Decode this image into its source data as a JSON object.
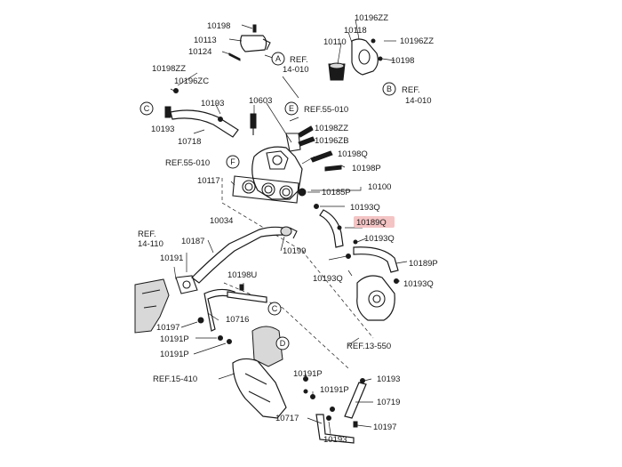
{
  "colors": {
    "line": "#1a1a1a",
    "highlight": "#f4c4c4",
    "background": "#ffffff"
  },
  "labels": {
    "10198a": "10198",
    "10113": "10113",
    "10124": "10124",
    "10198zz_a": "10198ZZ",
    "10196zc": "10196ZC",
    "10193_a": "10193",
    "10193_b": "10193",
    "10718": "10718",
    "10603": "10603",
    "10196zz_a": "10196ZZ",
    "10118": "10118",
    "10110": "10110",
    "10196zz_b": "10196ZZ",
    "10198_b": "10198",
    "10198zz_b": "10198ZZ",
    "10196zb": "10196ZB",
    "10198q": "10198Q",
    "10198p": "10198P",
    "10117": "10117",
    "10185p": "10185P",
    "10100": "10100",
    "10193q_a": "10193Q",
    "10189q_hl": "10189Q",
    "10034": "10034",
    "10187": "10187",
    "10193q_b": "10193Q",
    "10199": "10199",
    "10191": "10191",
    "10189p": "10189P",
    "10193q_c": "10193Q",
    "10193q_d": "10193Q",
    "10198u": "10198U",
    "10716": "10716",
    "10197_a": "10197",
    "10191p_a": "10191P",
    "10191p_b": "10191P",
    "10191p_c": "10191P",
    "10191p_d": "10191P",
    "10193_c": "10193",
    "10719": "10719",
    "10717": "10717",
    "10197_b": "10197",
    "10193_d": "10193"
  },
  "refs": {
    "ref_14_010_a_1": "REF.",
    "ref_14_010_a_2": "14-010",
    "ref_14_010_b_1": "REF.",
    "ref_14_010_b_2": "14-010",
    "ref_55_010_a": "REF.55-010",
    "ref_55_010_b": "REF.55-010",
    "ref_14_110_1": "REF.",
    "ref_14_110_2": "14-110",
    "ref_13_550": "REF.13-550",
    "ref_15_410": "REF.15-410"
  },
  "callouts": {
    "a": "A",
    "b": "B",
    "c1": "C",
    "c2": "C",
    "e": "E",
    "f": "F",
    "d": "D"
  }
}
